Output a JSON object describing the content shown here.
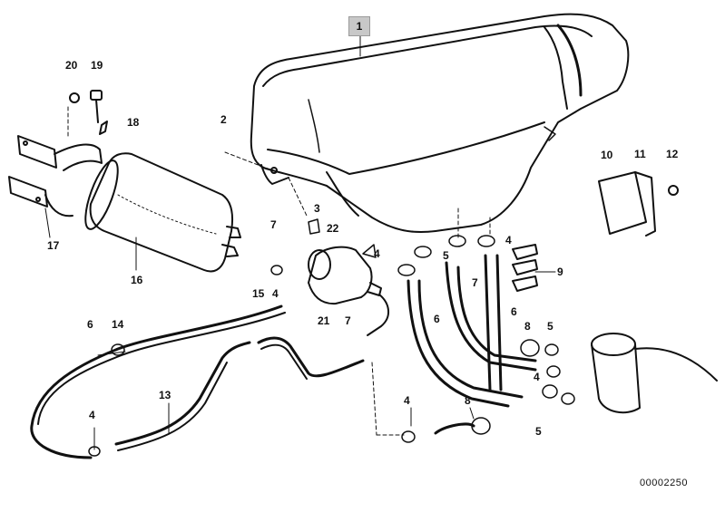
{
  "callouts": {
    "p1": "1",
    "p2": "2",
    "p3": "3",
    "p4_a": "4",
    "p4_b": "4",
    "p4_c": "4",
    "p4_d": "4",
    "p4_e": "4",
    "p4_f": "4",
    "p5_a": "5",
    "p5_b": "5",
    "p5_c": "5",
    "p6_a": "6",
    "p6_b": "6",
    "p6_c": "6",
    "p7_a": "7",
    "p7_b": "7",
    "p7_c": "7",
    "p8_a": "8",
    "p8_b": "8",
    "p9": "9",
    "p10": "10",
    "p11": "11",
    "p12": "12",
    "p13": "13",
    "p14": "14",
    "p15": "15",
    "p16": "16",
    "p17": "17",
    "p18": "18",
    "p19": "19",
    "p20": "20",
    "p21": "21",
    "p22": "22"
  },
  "document_number": "00002250",
  "colors": {
    "line": "#111111",
    "label_box": "#c8c8c8"
  }
}
